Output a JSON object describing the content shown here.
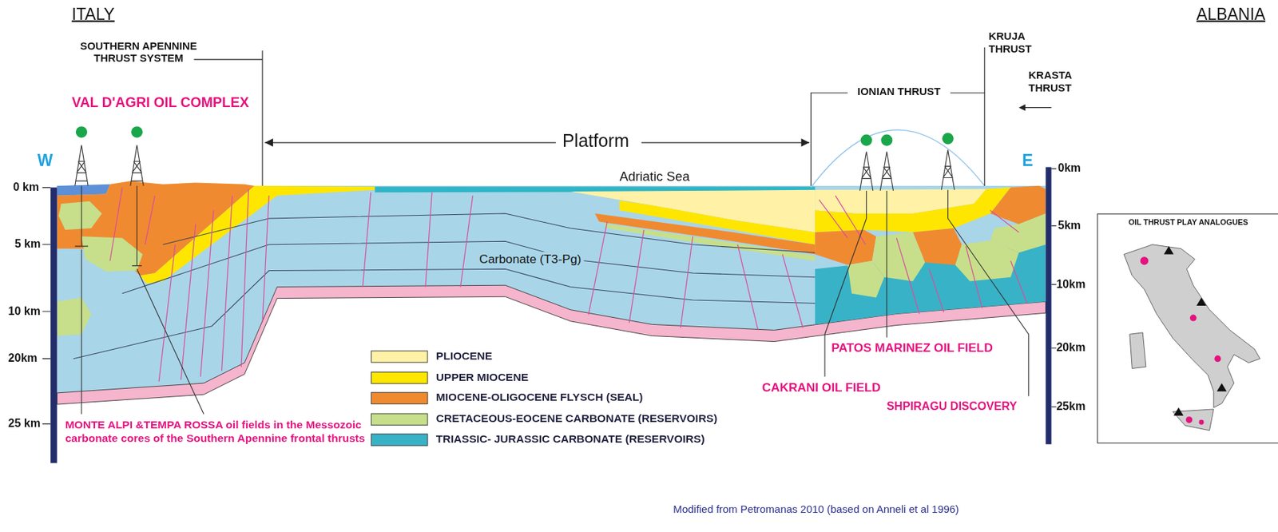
{
  "diagram": {
    "caption": "Modified from Petromanas 2010 (based on Anneli et al 1996)",
    "nodes": [
      {
        "text": [
          "OIL THRUST PLAY ANALOGUES"
        ]
      }
    ],
    "labels": [
      "ITALY",
      "SOUTHERN APENNINE THRUST SYSTEM",
      "VAL D'AGRI OIL COMPLEX",
      "W",
      "Platform",
      "Adriatic Sea",
      "IONIAN THRUST",
      "KRUJA THRUST",
      "KRASTA THRUST",
      "ALBANIA",
      "E",
      "0 km",
      "5 km",
      "10 km",
      "20km",
      "25 km",
      "0km",
      "5km",
      "10km",
      "20km",
      "25km",
      "Carbonate (T3-Pg)",
      "MONTE ALPI &TEMPA ROSSA oil fields in the Messozoic carbonate cores of the Southern Apennine frontal thrusts",
      "PATOS MARINEZ OIL FIELD",
      "CAKRANI OIL FIELD",
      "SHPIRAGU DISCOVERY"
    ],
    "legend": [
      {
        "text": "PLIOCENE",
        "color": "#fff1a6"
      },
      {
        "text": "UPPER MIOCENE",
        "color": "#ffe600"
      },
      {
        "text": "MIOCENE-OLIGOCENE FLYSCH (SEAL)",
        "color": "#f08a30"
      },
      {
        "text": "CRETACEOUS-EOCENE CARBONATE (RESERVOIRS)",
        "color": "#c7df8a"
      },
      {
        "text": "TRIASSIC- JURASSIC CARBONATE (RESERVOIRS)",
        "color": "#38b2c6"
      }
    ]
  }
}
